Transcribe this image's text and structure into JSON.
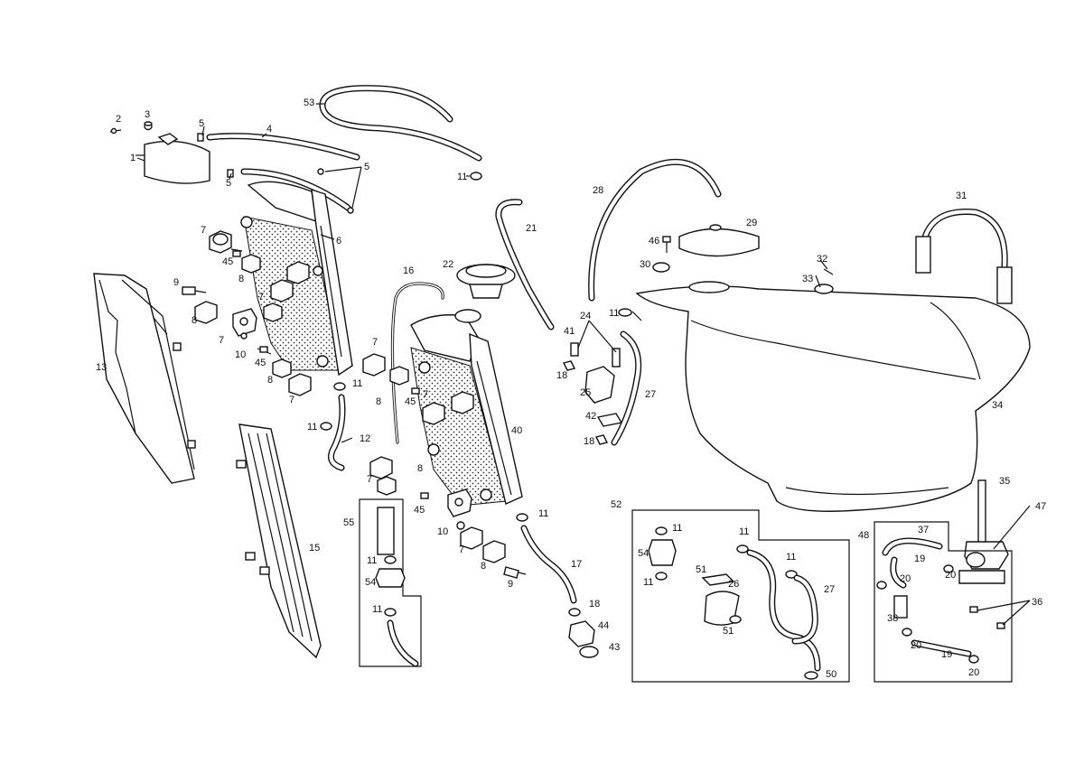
{
  "diagram": {
    "labels": [
      {
        "id": "l2",
        "text": "2"
      },
      {
        "id": "l3",
        "text": "3"
      },
      {
        "id": "l1",
        "text": "1"
      },
      {
        "id": "l5a",
        "text": "5"
      },
      {
        "id": "l4",
        "text": "4"
      },
      {
        "id": "l5b",
        "text": "5"
      },
      {
        "id": "l5c",
        "text": "5"
      },
      {
        "id": "l53",
        "text": "53"
      },
      {
        "id": "l11a",
        "text": "11"
      },
      {
        "id": "l6",
        "text": "6"
      },
      {
        "id": "l7a",
        "text": "7"
      },
      {
        "id": "l45a",
        "text": "45"
      },
      {
        "id": "l8a",
        "text": "8"
      },
      {
        "id": "l9a",
        "text": "9"
      },
      {
        "id": "l8b",
        "text": "8"
      },
      {
        "id": "l7b",
        "text": "7"
      },
      {
        "id": "l7c",
        "text": "7"
      },
      {
        "id": "l10a",
        "text": "10"
      },
      {
        "id": "l45b",
        "text": "45"
      },
      {
        "id": "l8c",
        "text": "8"
      },
      {
        "id": "l7d",
        "text": "7"
      },
      {
        "id": "l11b",
        "text": "11"
      },
      {
        "id": "l11c",
        "text": "11"
      },
      {
        "id": "l12",
        "text": "12"
      },
      {
        "id": "l13",
        "text": "13"
      },
      {
        "id": "l15",
        "text": "15"
      },
      {
        "id": "l16",
        "text": "16"
      },
      {
        "id": "l22",
        "text": "22"
      },
      {
        "id": "l21",
        "text": "21"
      },
      {
        "id": "l7e",
        "text": "7"
      },
      {
        "id": "l8d",
        "text": "8"
      },
      {
        "id": "l45c",
        "text": "45"
      },
      {
        "id": "l7f",
        "text": "7"
      },
      {
        "id": "l40",
        "text": "40"
      },
      {
        "id": "l7g",
        "text": "7"
      },
      {
        "id": "l8e",
        "text": "8"
      },
      {
        "id": "l45d",
        "text": "45"
      },
      {
        "id": "l10b",
        "text": "10"
      },
      {
        "id": "l7h",
        "text": "7"
      },
      {
        "id": "l8f",
        "text": "8"
      },
      {
        "id": "l9b",
        "text": "9"
      },
      {
        "id": "l11d",
        "text": "11"
      },
      {
        "id": "l17",
        "text": "17"
      },
      {
        "id": "l18a",
        "text": "18"
      },
      {
        "id": "l44",
        "text": "44"
      },
      {
        "id": "l43",
        "text": "43"
      },
      {
        "id": "l55",
        "text": "55"
      },
      {
        "id": "l11e",
        "text": "11"
      },
      {
        "id": "l54a",
        "text": "54"
      },
      {
        "id": "l11f",
        "text": "11"
      },
      {
        "id": "l28",
        "text": "28"
      },
      {
        "id": "l46",
        "text": "46"
      },
      {
        "id": "l29",
        "text": "29"
      },
      {
        "id": "l30",
        "text": "30"
      },
      {
        "id": "l11g",
        "text": "11"
      },
      {
        "id": "l24",
        "text": "24"
      },
      {
        "id": "l41",
        "text": "41"
      },
      {
        "id": "l18b",
        "text": "18"
      },
      {
        "id": "l25",
        "text": "25"
      },
      {
        "id": "l42",
        "text": "42"
      },
      {
        "id": "l18c",
        "text": "18"
      },
      {
        "id": "l27a",
        "text": "27"
      },
      {
        "id": "l31",
        "text": "31"
      },
      {
        "id": "l32",
        "text": "32"
      },
      {
        "id": "l33",
        "text": "33"
      },
      {
        "id": "l34",
        "text": "34"
      },
      {
        "id": "l35",
        "text": "35"
      },
      {
        "id": "l47",
        "text": "47"
      },
      {
        "id": "l52",
        "text": "52"
      },
      {
        "id": "l11h",
        "text": "11"
      },
      {
        "id": "l54b",
        "text": "54"
      },
      {
        "id": "l11i",
        "text": "11"
      },
      {
        "id": "l11j",
        "text": "11"
      },
      {
        "id": "l11k",
        "text": "11"
      },
      {
        "id": "l51a",
        "text": "51"
      },
      {
        "id": "l26",
        "text": "26"
      },
      {
        "id": "l51b",
        "text": "51"
      },
      {
        "id": "l27b",
        "text": "27"
      },
      {
        "id": "l50",
        "text": "50"
      },
      {
        "id": "l48",
        "text": "48"
      },
      {
        "id": "l37",
        "text": "37"
      },
      {
        "id": "l19a",
        "text": "19"
      },
      {
        "id": "l20a",
        "text": "20"
      },
      {
        "id": "l20b",
        "text": "20"
      },
      {
        "id": "l38",
        "text": "38"
      },
      {
        "id": "l20c",
        "text": "20"
      },
      {
        "id": "l19b",
        "text": "19"
      },
      {
        "id": "l20d",
        "text": "20"
      },
      {
        "id": "l36",
        "text": "36"
      }
    ]
  }
}
